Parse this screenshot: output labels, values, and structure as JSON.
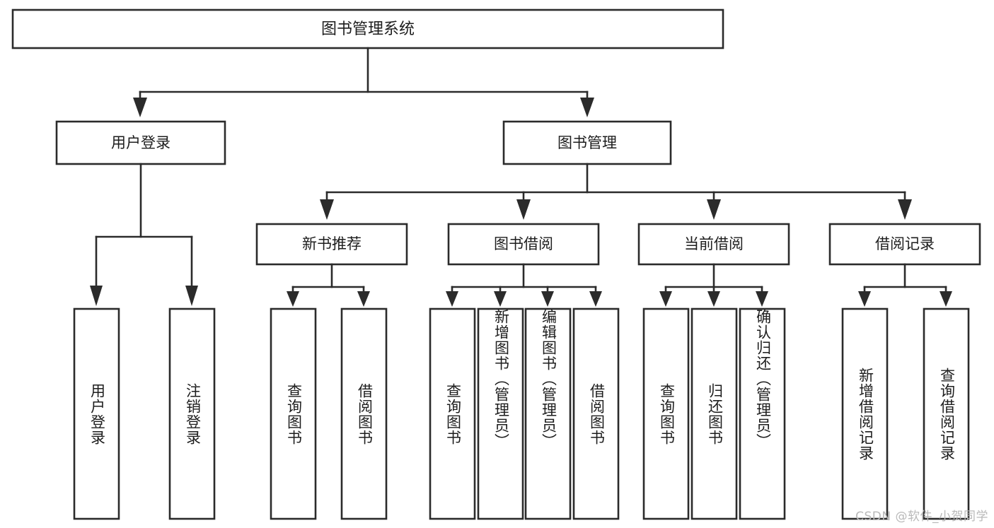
{
  "diagram": {
    "type": "tree-hierarchy",
    "title": "图书管理系统",
    "watermark": "CSDN @软件_小贺同学",
    "colors": {
      "background": "#ffffff",
      "stroke": "#2b2b2b",
      "text": "#1d1d1d",
      "watermark": "#b9b9b9"
    },
    "root": {
      "label": "图书管理系统"
    },
    "level2": [
      {
        "label": "用户登录"
      },
      {
        "label": "图书管理"
      }
    ],
    "level3": [
      {
        "label": "新书推荐"
      },
      {
        "label": "图书借阅"
      },
      {
        "label": "当前借阅"
      },
      {
        "label": "借阅记录"
      }
    ],
    "leaves": {
      "user_login": [
        {
          "label": "用户登录"
        },
        {
          "label": "注销登录"
        }
      ],
      "new_book_recommend": [
        {
          "label": "查询图书"
        },
        {
          "label": "借阅图书"
        }
      ],
      "book_borrow": [
        {
          "label": "查询图书"
        },
        {
          "label": "新增图书（管理员）"
        },
        {
          "label": "编辑图书（管理员）"
        },
        {
          "label": "借阅图书"
        }
      ],
      "current_borrow": [
        {
          "label": "查询图书"
        },
        {
          "label": "归还图书"
        },
        {
          "label": "确认归还（管理员）"
        }
      ],
      "borrow_record": [
        {
          "label": "新增借阅记录"
        },
        {
          "label": "查询借阅记录"
        }
      ]
    }
  }
}
